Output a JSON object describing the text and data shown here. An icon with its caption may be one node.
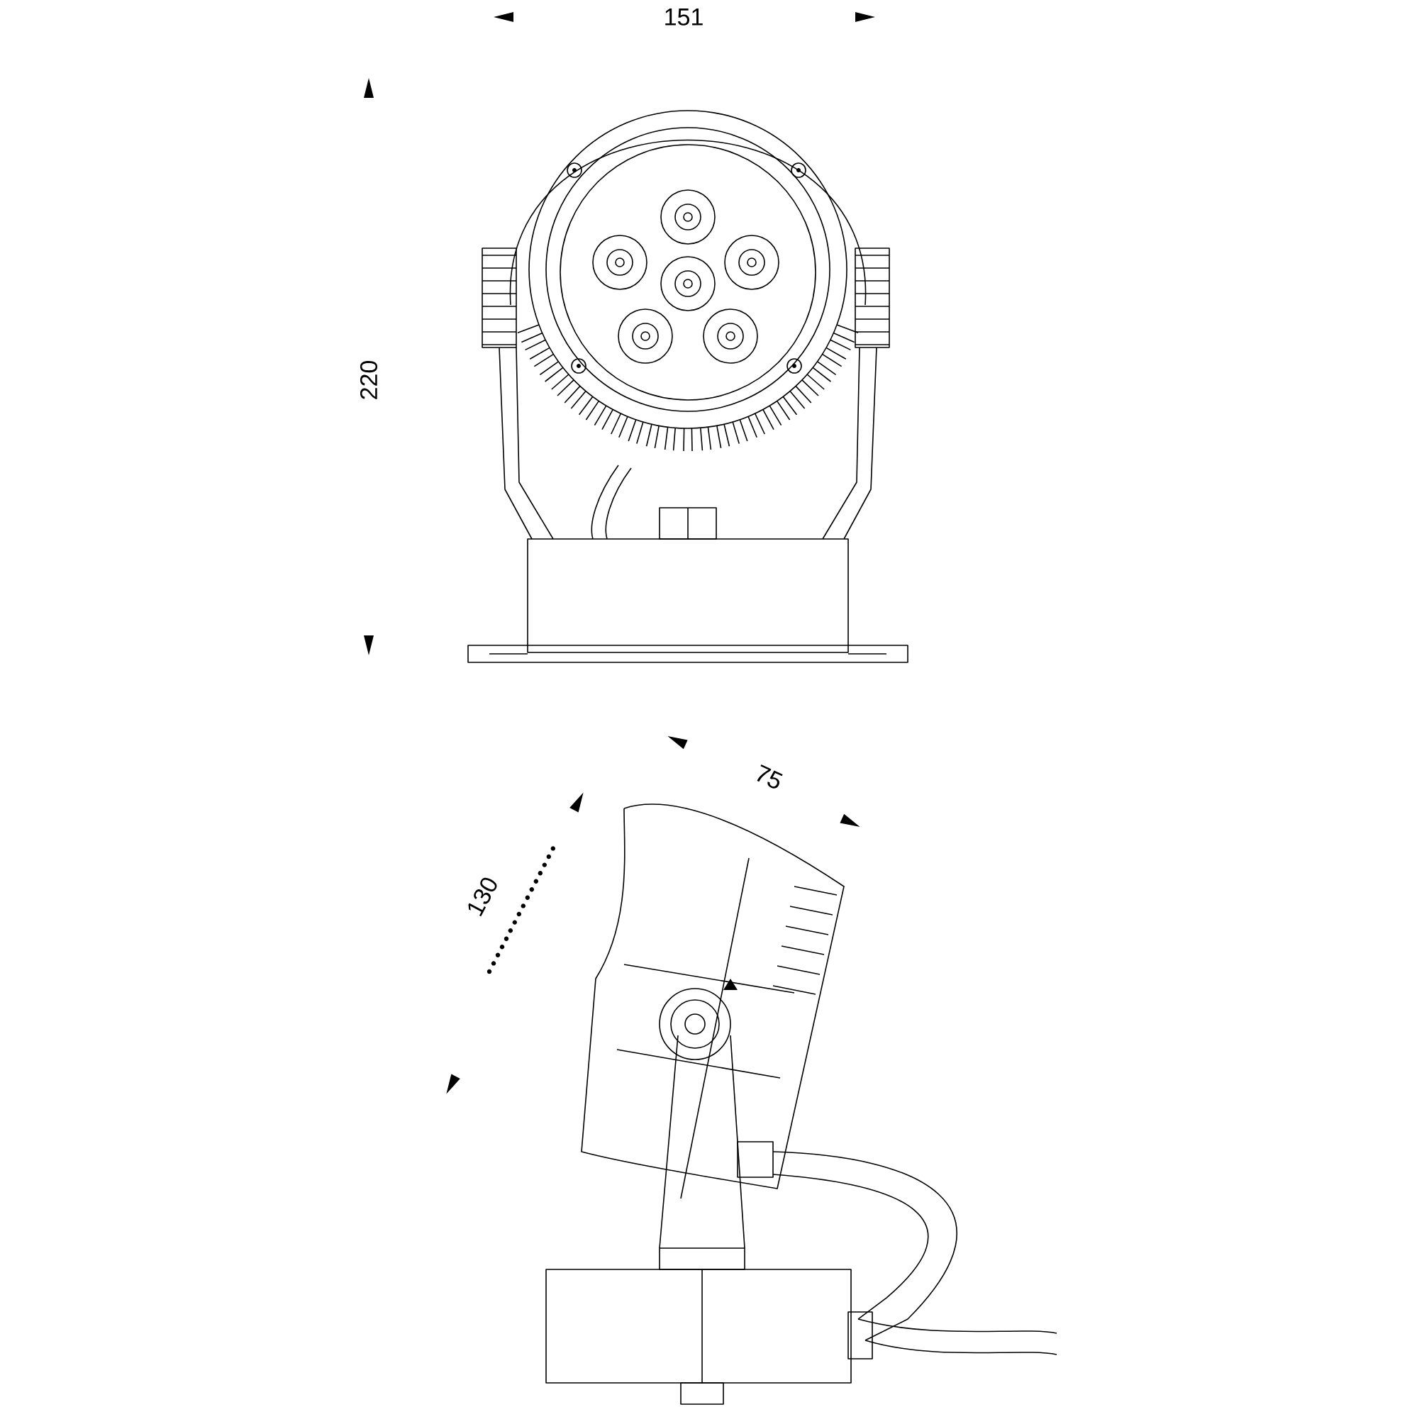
{
  "diagram": {
    "labels": [
      "151",
      "220",
      "75",
      "130"
    ]
  }
}
